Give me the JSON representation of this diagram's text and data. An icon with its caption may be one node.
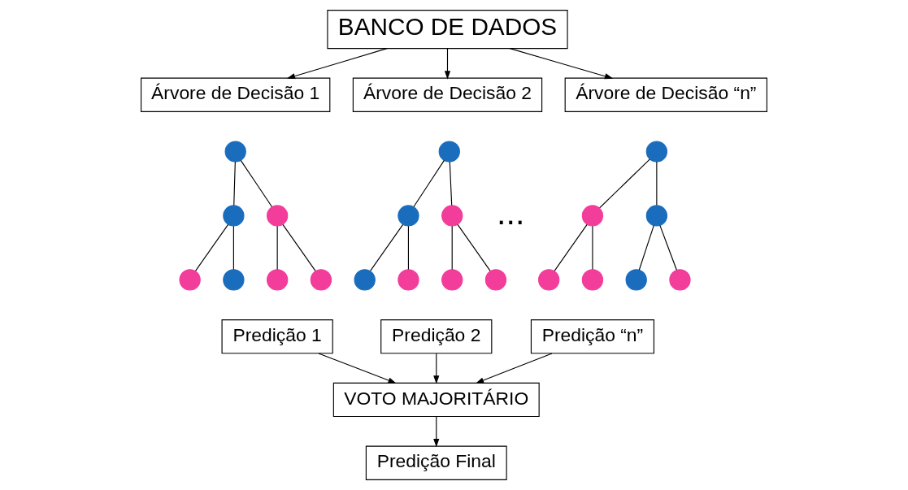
{
  "diagram": {
    "nodes": [
      {
        "text": [
          "BANCO DE DADOS"
        ]
      },
      {
        "text": [
          "Árvore de Decisão 1"
        ]
      },
      {
        "text": [
          "Árvore de Decisão 2"
        ]
      },
      {
        "text": [
          "Árvore de Decisão “n”"
        ]
      },
      {
        "text": [],
        "shape": "circle"
      },
      {
        "text": [],
        "shape": "circle"
      },
      {
        "text": [],
        "shape": "circle"
      },
      {
        "text": [],
        "shape": "circle"
      },
      {
        "text": [],
        "shape": "circle"
      },
      {
        "text": [],
        "shape": "circle"
      },
      {
        "text": [],
        "shape": "circle"
      },
      {
        "text": [],
        "shape": "circle"
      },
      {
        "text": [],
        "shape": "circle"
      },
      {
        "text": [],
        "shape": "circle"
      },
      {
        "text": [],
        "shape": "circle"
      },
      {
        "text": [],
        "shape": "circle"
      },
      {
        "text": [],
        "shape": "circle"
      },
      {
        "text": [],
        "shape": "circle"
      },
      {
        "text": [],
        "shape": "circle"
      },
      {
        "text": [],
        "shape": "circle"
      },
      {
        "text": [],
        "shape": "circle"
      },
      {
        "text": [],
        "shape": "circle"
      },
      {
        "text": [],
        "shape": "circle"
      },
      {
        "text": [],
        "shape": "circle"
      },
      {
        "text": [],
        "shape": "circle"
      },
      {
        "text": [
          "Predição 1"
        ]
      },
      {
        "text": [
          "Predição 2"
        ]
      },
      {
        "text": [
          "Predição “n”"
        ]
      },
      {
        "text": [
          "VOTO MAJORITÁRIO"
        ]
      },
      {
        "text": [
          "Predição Final"
        ]
      }
    ],
    "edges": [
      {
        "from": 0,
        "to": 1,
        "arrow": "to"
      },
      {
        "from": 0,
        "to": 2,
        "arrow": "to"
      },
      {
        "from": 0,
        "to": 3,
        "arrow": "to"
      },
      {
        "from": 4,
        "to": 5,
        "arrow": "none"
      },
      {
        "from": 4,
        "to": 6,
        "arrow": "none"
      },
      {
        "from": 5,
        "to": 7,
        "arrow": "none"
      },
      {
        "from": 5,
        "to": 8,
        "arrow": "none"
      },
      {
        "from": 6,
        "to": 9,
        "arrow": "none"
      },
      {
        "from": 6,
        "to": 10,
        "arrow": "none"
      },
      {
        "from": 11,
        "to": 12,
        "arrow": "none"
      },
      {
        "from": 11,
        "to": 13,
        "arrow": "none"
      },
      {
        "from": 12,
        "to": 14,
        "arrow": "none"
      },
      {
        "from": 12,
        "to": 15,
        "arrow": "none"
      },
      {
        "from": 13,
        "to": 16,
        "arrow": "none"
      },
      {
        "from": 13,
        "to": 17,
        "arrow": "none"
      },
      {
        "from": 18,
        "to": 19,
        "arrow": "none"
      },
      {
        "from": 18,
        "to": 20,
        "arrow": "none"
      },
      {
        "from": 19,
        "to": 21,
        "arrow": "none"
      },
      {
        "from": 19,
        "to": 22,
        "arrow": "none"
      },
      {
        "from": 20,
        "to": 23,
        "arrow": "none"
      },
      {
        "from": 20,
        "to": 24,
        "arrow": "none"
      },
      {
        "from": 25,
        "to": 28,
        "arrow": "to"
      },
      {
        "from": 26,
        "to": 28,
        "arrow": "to"
      },
      {
        "from": 27,
        "to": 28,
        "arrow": "to"
      },
      {
        "from": 28,
        "to": 29,
        "arrow": "to"
      }
    ],
    "labels": [
      "..."
    ]
  }
}
